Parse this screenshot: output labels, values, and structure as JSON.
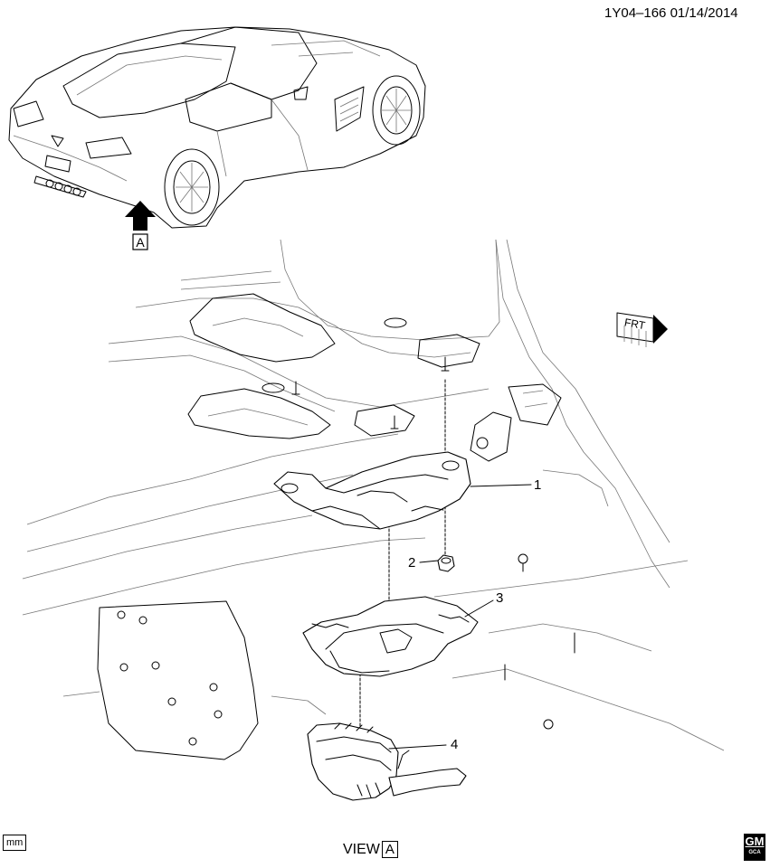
{
  "doc_id": "1Y04–166  01/14/2014",
  "view_label": {
    "prefix": "VIEW",
    "letter": "A"
  },
  "vehicle_view_marker": "A",
  "front_indicator": "FRT",
  "units_label": "mm",
  "logo": {
    "main": "GM",
    "sub": "GCA"
  },
  "callouts": [
    {
      "number": "1"
    },
    {
      "number": "2"
    },
    {
      "number": "3"
    },
    {
      "number": "4"
    }
  ]
}
